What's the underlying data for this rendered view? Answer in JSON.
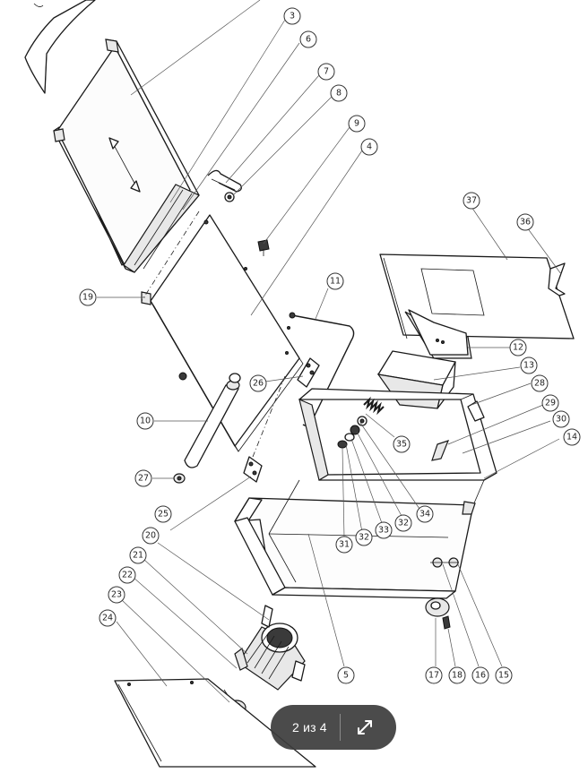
{
  "viewer": {
    "page_counter": "2 из 4",
    "fullscreen_icon": "expand-diagonal-icon"
  },
  "diagram": {
    "callouts": [
      {
        "id": "c3",
        "label": "3"
      },
      {
        "id": "c6",
        "label": "6"
      },
      {
        "id": "c7",
        "label": "7"
      },
      {
        "id": "c8",
        "label": "8"
      },
      {
        "id": "c9",
        "label": "9"
      },
      {
        "id": "c4",
        "label": "4"
      },
      {
        "id": "c11",
        "label": "11"
      },
      {
        "id": "c37",
        "label": "37"
      },
      {
        "id": "c36",
        "label": "36"
      },
      {
        "id": "c12",
        "label": "12"
      },
      {
        "id": "c13",
        "label": "13"
      },
      {
        "id": "c28",
        "label": "28"
      },
      {
        "id": "c29",
        "label": "29"
      },
      {
        "id": "c30",
        "label": "30"
      },
      {
        "id": "c14",
        "label": "14"
      },
      {
        "id": "c19",
        "label": "19"
      },
      {
        "id": "c26",
        "label": "26"
      },
      {
        "id": "c10",
        "label": "10"
      },
      {
        "id": "c27",
        "label": "27"
      },
      {
        "id": "c35",
        "label": "35"
      },
      {
        "id": "c34",
        "label": "34"
      },
      {
        "id": "c32b",
        "label": "32"
      },
      {
        "id": "c33",
        "label": "33"
      },
      {
        "id": "c32a",
        "label": "32"
      },
      {
        "id": "c31",
        "label": "31"
      },
      {
        "id": "c25",
        "label": "25"
      },
      {
        "id": "c20",
        "label": "20"
      },
      {
        "id": "c21",
        "label": "21"
      },
      {
        "id": "c22",
        "label": "22"
      },
      {
        "id": "c23",
        "label": "23"
      },
      {
        "id": "c24",
        "label": "24"
      },
      {
        "id": "c5",
        "label": "5"
      },
      {
        "id": "c17",
        "label": "17"
      },
      {
        "id": "c18",
        "label": "18"
      },
      {
        "id": "c16",
        "label": "16"
      },
      {
        "id": "c15",
        "label": "15"
      }
    ]
  }
}
